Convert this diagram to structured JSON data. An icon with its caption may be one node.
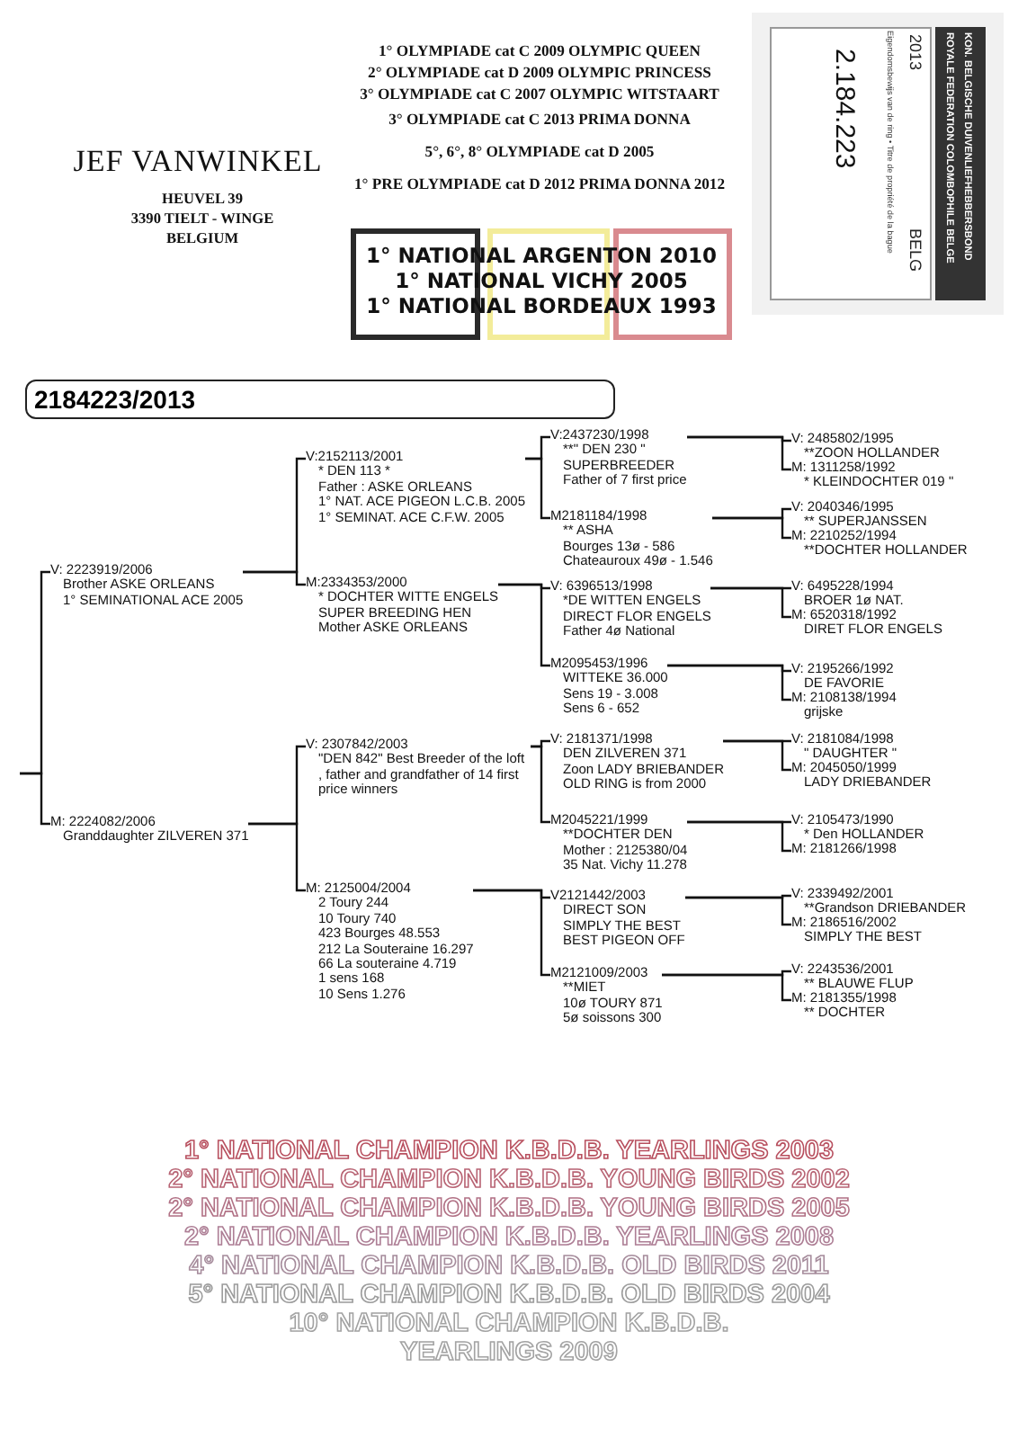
{
  "diagram": {
    "nodes": [
      {
        "text": [
          "1° NATIONAL ARGENTON 2010",
          "1° NATIONAL VICHY 2005",
          "1° NATIONAL BORDEAUX 1993"
        ]
      },
      {
        "text": [
          "KON. BELGISCHE DUIVENLIEFHEBBERSBOND",
          "ROYALE FEDERATION COLOMBOPHILE BELGE",
          "2013",
          "BELG",
          "Eigendomsbewijs van de ring • Titre de propriété de la bague",
          "2.184.223"
        ]
      },
      {
        "text": [
          "2184223/2013"
        ]
      },
      {
        "text": [
          "V: 2223919/2006",
          "Brother ASKE ORLEANS",
          "1° SEMINATIONAL ACE 2005"
        ]
      },
      {
        "text": [
          "M: 2224082/2006",
          "Granddaughter ZILVEREN 371"
        ]
      },
      {
        "text": [
          "V:2152113/2001",
          "* DEN 113 *",
          "Father : ASKE ORLEANS",
          "1° NAT. ACE PIGEON L.C.B. 2005",
          "1° SEMINAT. ACE C.F.W. 2005"
        ]
      },
      {
        "text": [
          "M:2334353/2000",
          "* DOCHTER WITTE ENGELS",
          "SUPER BREEDING HEN",
          "Mother ASKE ORLEANS"
        ]
      },
      {
        "text": [
          "V: 2307842/2003",
          "\"DEN 842\" Best Breeder of the loft , father and grandfather of 14 first price winners"
        ]
      },
      {
        "text": [
          "M: 2125004/2004",
          "2 Toury 244",
          "10 Toury 740",
          "423 Bourges 48.553",
          "212 La Souteraine 16.297",
          "66 La souteraine 4.719",
          "1 sens 168",
          "10 Sens 1.276"
        ]
      },
      {
        "text": [
          "V:2437230/1998",
          "**\" DEN 230 \"",
          "SUPERBREEDER",
          "Father of 7 first price"
        ]
      },
      {
        "text": [
          "M2181184/1998",
          "** ASHA",
          "Bourges 13ø - 586",
          "Chateauroux 49ø - 1.546"
        ]
      },
      {
        "text": [
          "V: 6396513/1998",
          "*DE WITTEN ENGELS",
          "DIRECT FLOR ENGELS",
          "Father 4ø National"
        ]
      },
      {
        "text": [
          "M2095453/1996",
          "WITTEKE 36.000",
          "Sens 19 - 3.008",
          "Sens 6 - 652"
        ]
      },
      {
        "text": [
          "V: 2181371/1998",
          "DEN ZILVEREN 371",
          "Zoon LADY BRIEBANDER",
          "OLD RING is from 2000"
        ]
      },
      {
        "text": [
          "M2045221/1999",
          "**DOCHTER DEN",
          "Mother : 2125380/04",
          "35 Nat. Vichy 11.278"
        ]
      },
      {
        "text": [
          "V2121442/2003",
          "DIRECT SON",
          "SIMPLY THE BEST",
          "BEST PIGEON OFF"
        ]
      },
      {
        "text": [
          "M2121009/2003",
          "**MIET",
          "10ø TOURY 871",
          "5ø soissons 300"
        ]
      },
      {
        "text": [
          "V: 2485802/1995",
          "**ZOON HOLLANDER"
        ]
      },
      {
        "text": [
          "M: 1311258/1992",
          "* KLEINDOCHTER 019 \""
        ]
      },
      {
        "text": [
          "V: 2040346/1995",
          "** SUPERJANSSEN"
        ]
      },
      {
        "text": [
          "M: 2210252/1994",
          "**DOCHTER HOLLANDER"
        ]
      },
      {
        "text": [
          "V: 6495228/1994",
          "BROER 1ø NAT."
        ]
      },
      {
        "text": [
          "M: 6520318/1992",
          "DIRET FLOR ENGELS"
        ]
      },
      {
        "text": [
          "V: 2195266/1992",
          "DE FAVORIE"
        ]
      },
      {
        "text": [
          "M: 2108138/1994",
          "grijske"
        ]
      },
      {
        "text": [
          "V: 2181084/1998",
          "\" DAUGHTER \""
        ]
      },
      {
        "text": [
          "M: 2045050/1999",
          "LADY DRIEBANDER"
        ]
      },
      {
        "text": [
          "V: 2105473/1990",
          "* Den HOLLANDER"
        ]
      },
      {
        "text": [
          "M: 2181266/1998"
        ]
      },
      {
        "text": [
          "V: 2339492/2001",
          "**Grandson DRIEBANDER"
        ]
      },
      {
        "text": [
          "M: 2186516/2002",
          "SIMPLY THE BEST"
        ]
      },
      {
        "text": [
          "V: 2243536/2001",
          "** BLAUWE FLUP"
        ]
      },
      {
        "text": [
          "M: 2181355/1998",
          "** DOCHTER"
        ]
      }
    ],
    "edges": [
      {
        "from": null,
        "to": 3,
        "arrow": "none"
      },
      {
        "from": null,
        "to": 4,
        "arrow": "none"
      },
      {
        "from": 3,
        "to": 5,
        "arrow": "none"
      },
      {
        "from": 3,
        "to": 6,
        "arrow": "none"
      },
      {
        "from": 4,
        "to": 7,
        "arrow": "none"
      },
      {
        "from": 4,
        "to": 8,
        "arrow": "none"
      },
      {
        "from": 5,
        "to": 9,
        "arrow": "none"
      },
      {
        "from": 5,
        "to": 10,
        "arrow": "none"
      },
      {
        "from": 6,
        "to": 11,
        "arrow": "none"
      },
      {
        "from": 6,
        "to": 12,
        "arrow": "none"
      },
      {
        "from": 7,
        "to": 13,
        "arrow": "none"
      },
      {
        "from": 7,
        "to": 14,
        "arrow": "none"
      },
      {
        "from": 8,
        "to": 15,
        "arrow": "none"
      },
      {
        "from": 8,
        "to": 16,
        "arrow": "none"
      },
      {
        "from": 9,
        "to": 17,
        "arrow": "none"
      },
      {
        "from": 9,
        "to": 18,
        "arrow": "none"
      },
      {
        "from": 10,
        "to": 19,
        "arrow": "none"
      },
      {
        "from": 10,
        "to": 20,
        "arrow": "none"
      },
      {
        "from": 11,
        "to": 21,
        "arrow": "none"
      },
      {
        "from": 11,
        "to": 22,
        "arrow": "none"
      },
      {
        "from": 12,
        "to": 23,
        "arrow": "none"
      },
      {
        "from": 12,
        "to": 24,
        "arrow": "none"
      },
      {
        "from": 13,
        "to": 25,
        "arrow": "none"
      },
      {
        "from": 13,
        "to": 26,
        "arrow": "none"
      },
      {
        "from": 14,
        "to": 27,
        "arrow": "none"
      },
      {
        "from": 14,
        "to": 28,
        "arrow": "none"
      },
      {
        "from": 15,
        "to": 29,
        "arrow": "none"
      },
      {
        "from": 15,
        "to": 30,
        "arrow": "none"
      },
      {
        "from": 16,
        "to": 31,
        "arrow": "none"
      },
      {
        "from": 16,
        "to": 32,
        "arrow": "none"
      }
    ],
    "labels": [
      "1° OLYMPIADE cat C 2009 OLYMPIC QUEEN",
      "2° OLYMPIADE cat D 2009 OLYMPIC PRINCESS",
      "3° OLYMPIADE cat C 2007 OLYMPIC WITSTAART",
      "3° OLYMPIADE cat C 2013 PRIMA DONNA",
      "5°, 6°, 8° OLYMPIADE cat D 2005",
      "1° PRE OLYMPIADE cat D 2012 PRIMA DONNA 2012",
      "JEF VANWINKEL",
      "HEUVEL 39",
      "3390 TIELT - WINGE",
      "BELGIUM",
      "1° NATIONAL CHAMPION K.B.D.B. YEARLINGS 2003",
      "2° NATIONAL CHAMPION K.B.D.B. YOUNG BIRDS 2002",
      "2° NATIONAL CHAMPION K.B.D.B. YOUNG BIRDS 2005",
      "2° NATIONAL CHAMPION K.B.D.B. YEARLINGS 2008",
      "4° NATIONAL CHAMPION K.B.D.B. OLD BIRDS 2011",
      "5° NATIONAL CHAMPION K.B.D.B. OLD BIRDS 2004",
      "10° NATIONAL CHAMPION K.B.D.B. YEARLINGS 2009"
    ]
  }
}
